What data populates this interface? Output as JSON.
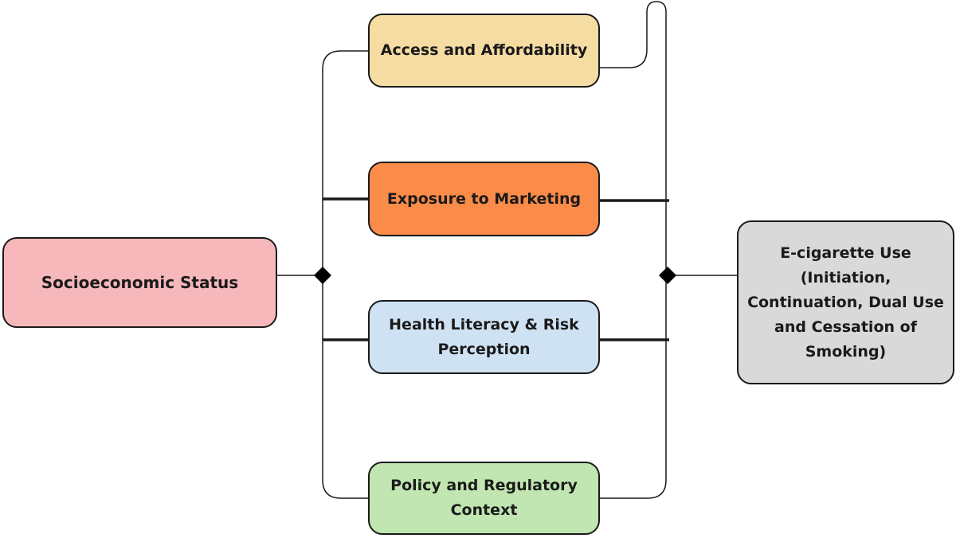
{
  "colors": {
    "ses_fill": "#f7b8bb",
    "access_fill": "#f5dca3",
    "marketing_fill": "#fb8b48",
    "health_fill": "#cfe2f3",
    "policy_fill": "#c1e6b1",
    "ecig_fill": "#d9d9d9",
    "line": "#1a1a1a"
  },
  "nodes": {
    "ses": {
      "label": "Socioeconomic Status"
    },
    "access": {
      "label": "Access and Affordability"
    },
    "marketing": {
      "label": "Exposure to Marketing"
    },
    "health": {
      "label": "Health Literacy & Risk Perception"
    },
    "policy": {
      "label": "Policy and Regulatory Context"
    },
    "ecig": {
      "label": "E-cigarette Use (Initiation, Continuation, Dual Use and Cessation of Smoking)"
    }
  }
}
